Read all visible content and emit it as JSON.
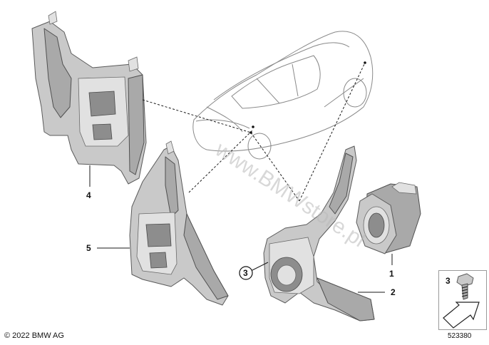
{
  "callouts": {
    "c1": "1",
    "c2": "2",
    "c3": "3",
    "c4": "4",
    "c5": "5",
    "legend": "3"
  },
  "watermark": "www.BMWstore.pl",
  "footer": {
    "copyright": "© 2022 BMW AG",
    "diagram_id": "523380"
  }
}
